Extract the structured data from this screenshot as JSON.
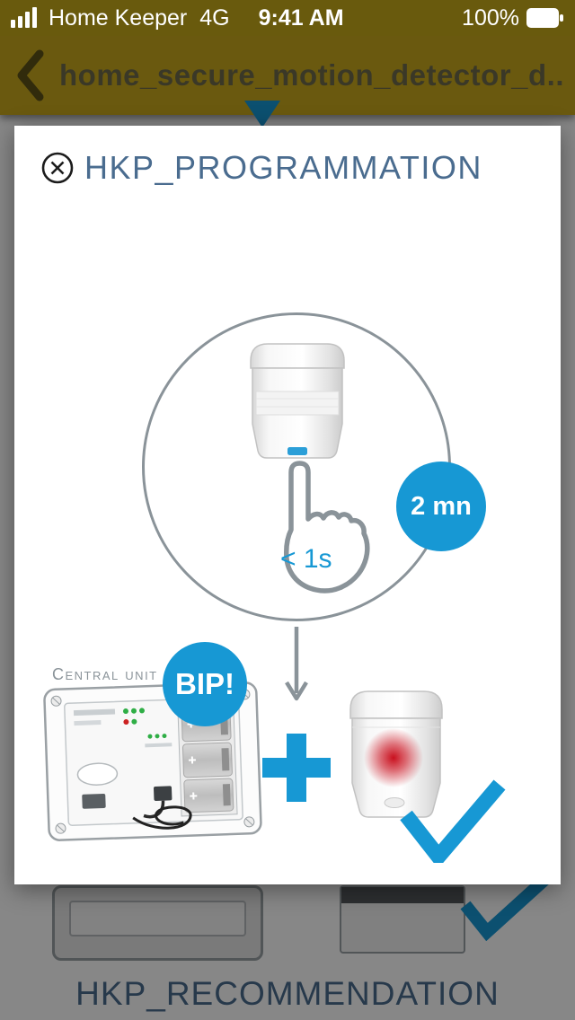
{
  "status_bar": {
    "signal_icon": "signal-bars-4",
    "carrier": "Home Keeper",
    "network": "4G",
    "time": "9:41 AM",
    "battery_percent": "100%",
    "battery_icon": "battery-full"
  },
  "nav_bar": {
    "back_icon": "chevron-left",
    "title": "home_secure_motion_detector_d..."
  },
  "modal": {
    "close_icon": "close-circle",
    "title": "HKP_PROGRAMMATION",
    "press_duration_label": "< 1s",
    "timer_badge_label": "2 mn",
    "beep_badge_label": "BIP!",
    "central_unit_label": "Central unit"
  },
  "background_page": {
    "section_title": "HKP_RECOMMENDATION"
  },
  "colors": {
    "accent_blue": "#1798d4",
    "heading_blue": "#4a6c8f",
    "nav_gold": "#c9a91d",
    "outline_gray": "#8a9399",
    "alert_red": "#c9101e"
  }
}
